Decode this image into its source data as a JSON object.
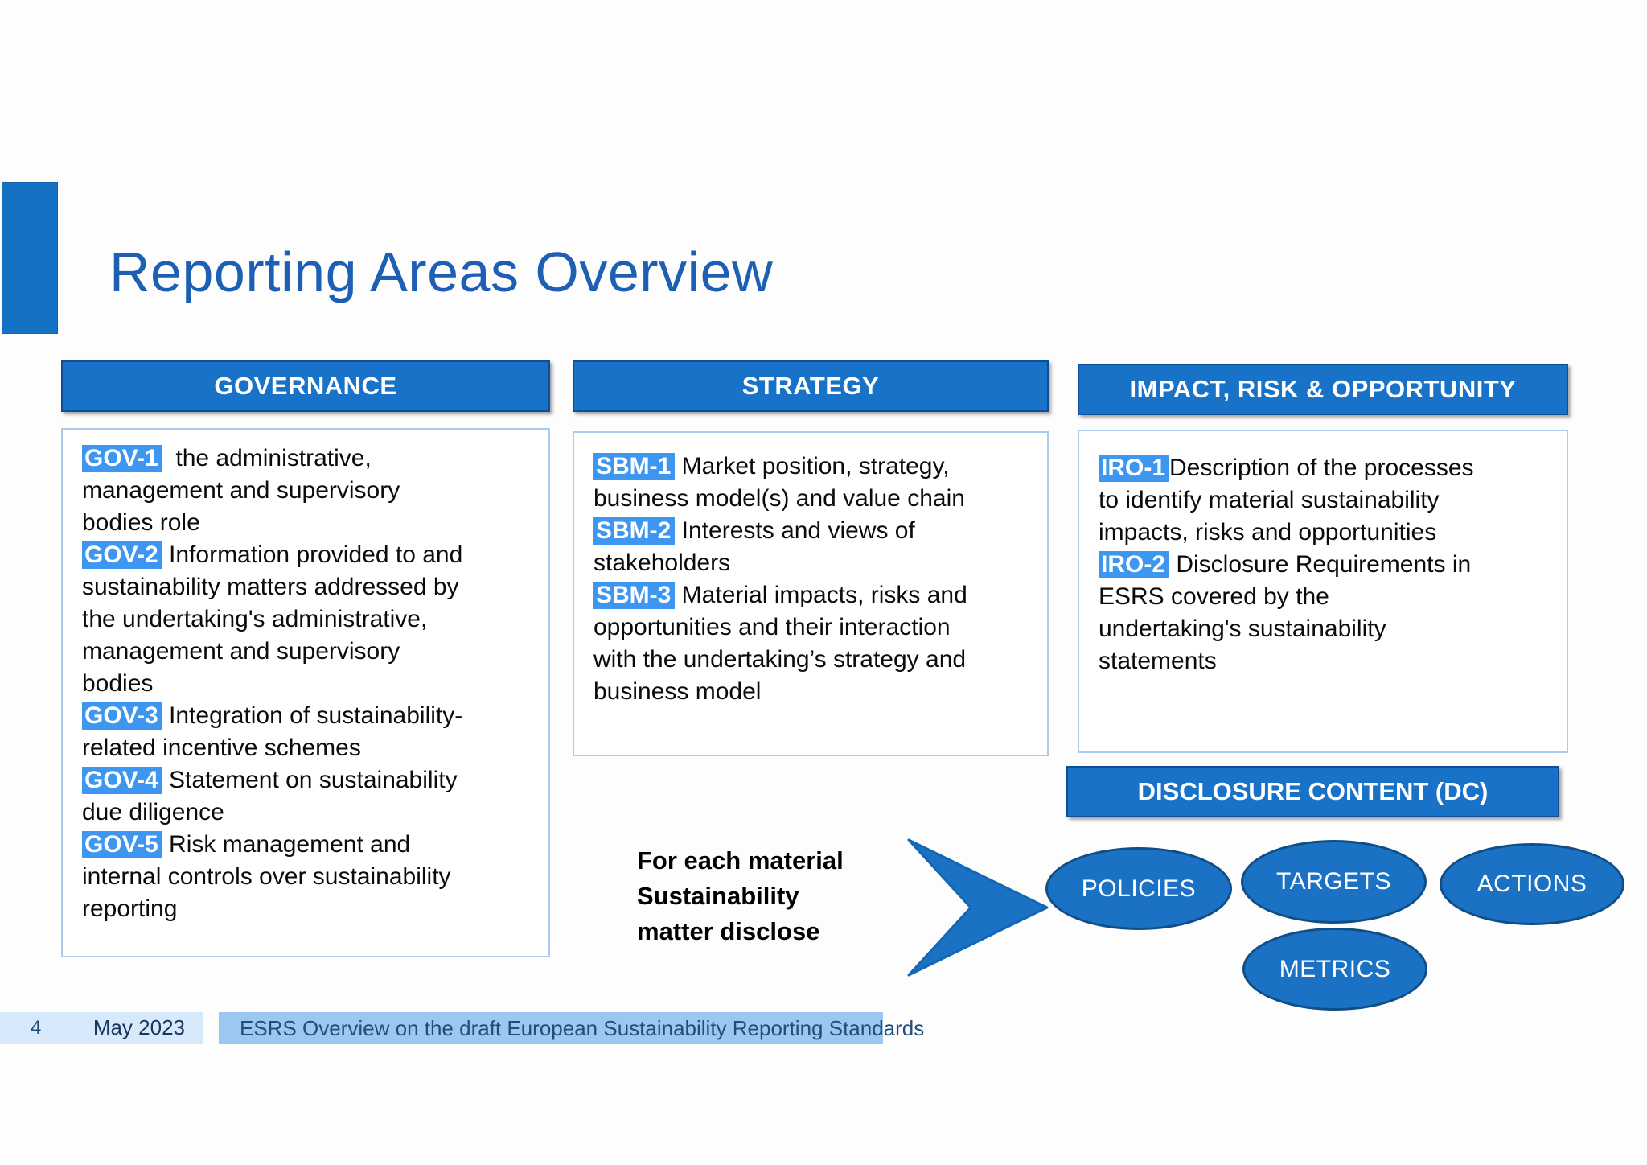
{
  "slide": {
    "title": "Reporting Areas Overview",
    "page_number": "4",
    "date": "May 2023",
    "footer_title": "ESRS Overview on the draft European Sustainability Reporting Standards"
  },
  "colors": {
    "primary_blue": "#1571C4",
    "header_bar_blue": "#1873C8",
    "tag_highlight_blue": "#3D96F0",
    "title_blue": "#1D5FB2",
    "box_border_blue": "#A9CCEE",
    "oval_fill_blue": "#1B72C4",
    "oval_border_blue": "#0F4E86",
    "footer_bar_blue": "#9CC7EF",
    "footer_light_blue": "#D7E9FA",
    "footer_text_navy": "#1F4E79"
  },
  "columns": [
    {
      "header": "GOVERNANCE",
      "entries": [
        {
          "tag": "GOV-1",
          "text": "  the administrative,\nmanagement and supervisory\nbodies role"
        },
        {
          "tag": "GOV-2",
          "text": " Information provided to and\nsustainability matters addressed by\nthe undertaking's administrative,\nmanagement and supervisory\nbodies"
        },
        {
          "tag": "GOV-3",
          "text": " Integration of sustainability-\nrelated incentive schemes"
        },
        {
          "tag": "GOV-4",
          "text": " Statement on sustainability\ndue diligence"
        },
        {
          "tag": "GOV-5",
          "text": " Risk management and\ninternal controls over sustainability\nreporting"
        }
      ]
    },
    {
      "header": "STRATEGY",
      "entries": [
        {
          "tag": "SBM-1",
          "text": " Market position, strategy,\nbusiness model(s) and value chain"
        },
        {
          "tag": "SBM-2",
          "text": " Interests and views of\nstakeholders"
        },
        {
          "tag": "SBM-3",
          "text": " Material impacts, risks and\nopportunities and their interaction\nwith the undertaking’s strategy and\nbusiness model"
        }
      ]
    },
    {
      "header": "IMPACT, RISK & OPPORTUNITY",
      "entries": [
        {
          "tag": "IRO-1",
          "text": "Description of the processes\nto identify material sustainability\nimpacts, risks and opportunities"
        },
        {
          "tag": "IRO-2",
          "text": " Disclosure Requirements in\nESRS covered by the\nundertaking's sustainability\nstatements"
        }
      ]
    }
  ],
  "disclosure": {
    "lead_text": "For each material\nSustainability\nmatter disclose",
    "arrow_icon": "chevron-right-arrow",
    "header": "DISCLOSURE CONTENT (DC)",
    "bubbles": [
      "POLICIES",
      "TARGETS",
      "ACTIONS",
      "METRICS"
    ]
  }
}
